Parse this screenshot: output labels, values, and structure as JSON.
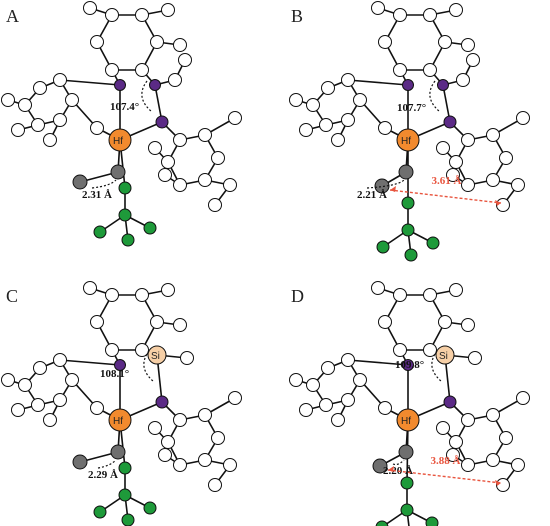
{
  "panels": [
    {
      "label": "A",
      "metal": "Hf",
      "angle": "107.4°",
      "distance": "2.31 Å",
      "si": "",
      "contact": ""
    },
    {
      "label": "B",
      "metal": "Hf",
      "angle": "107.7°",
      "distance": "2.21 Å",
      "si": "",
      "contact": "3.61 Å"
    },
    {
      "label": "C",
      "metal": "Hf",
      "angle": "108.1°",
      "distance": "2.29 Å",
      "si": "Si",
      "contact": ""
    },
    {
      "label": "D",
      "metal": "Hf",
      "angle": "109.8°",
      "distance": "2.20 Å",
      "si": "Si",
      "contact": "3.88 Å"
    }
  ],
  "colors": {
    "metal": "#f28a2e",
    "nitrogen": "#5b2a86",
    "carbon_gray": "#6f6f6f",
    "methyl_green": "#1e9a3a",
    "silicon": "#f6cfa6",
    "hydrogen": "#ffffff",
    "contact_line": "#e8553f"
  }
}
